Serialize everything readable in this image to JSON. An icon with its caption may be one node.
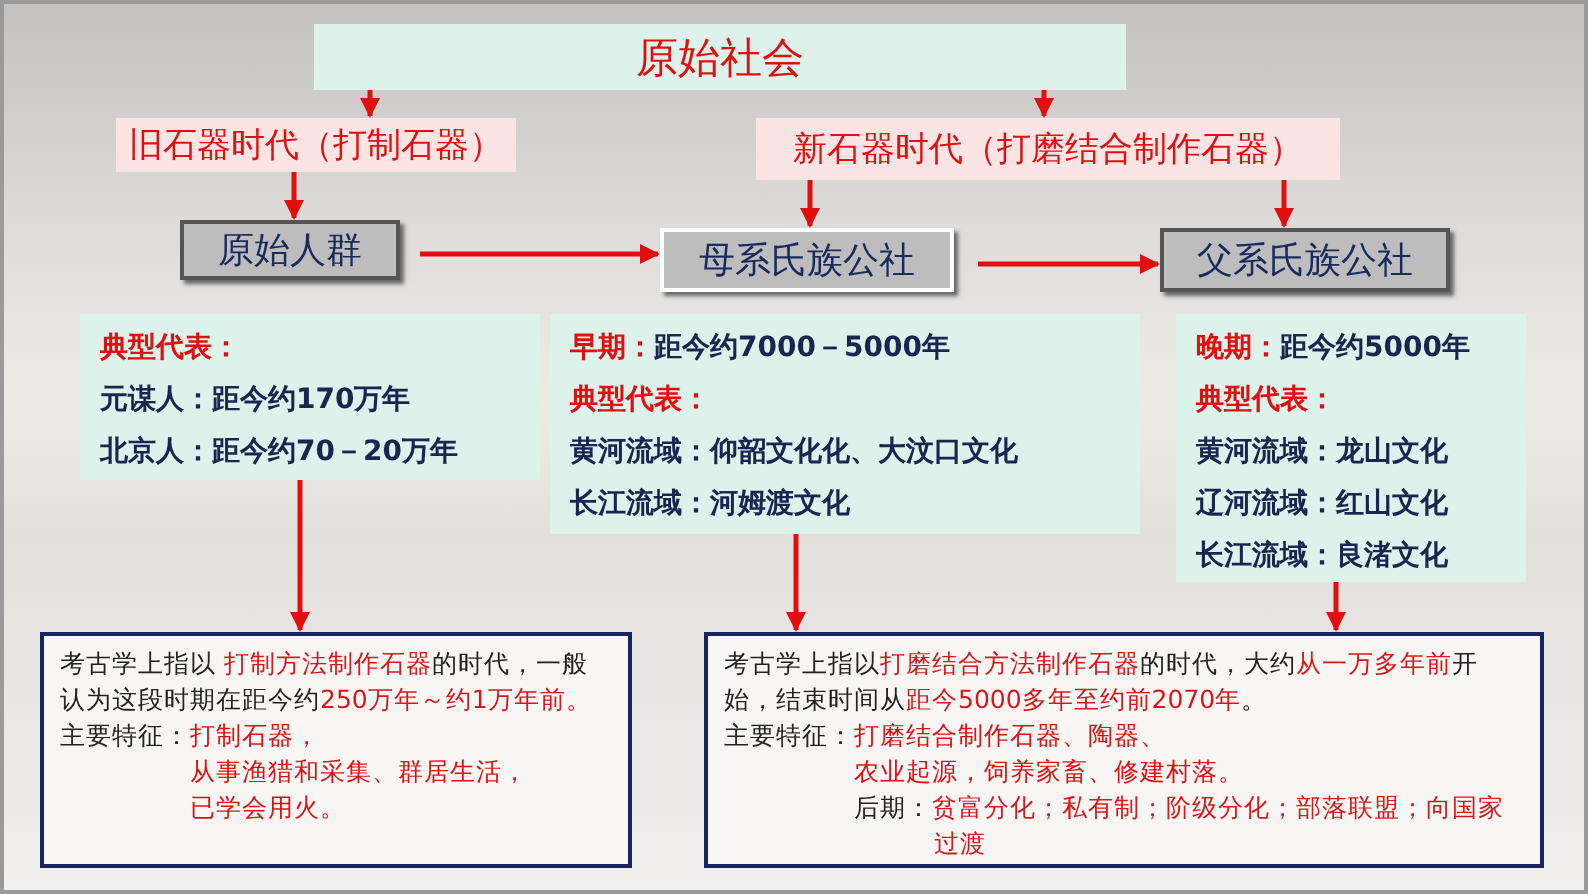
{
  "diagram": {
    "nodes": [
      {
        "text": [
          "原始社会"
        ]
      },
      {
        "text": [
          "旧石器时代（打制石器）"
        ]
      },
      {
        "text": [
          "新石器时代（打磨结合制作石器）"
        ]
      },
      {
        "text": [
          "原始人群"
        ]
      },
      {
        "text": [
          "母系氏族公社"
        ]
      },
      {
        "text": [
          "父系氏族公社"
        ]
      },
      {
        "text": [
          "典型代表：",
          "元谋人：距今约170万年",
          "北京人：距今约70－20万年"
        ]
      },
      {
        "text": [
          "**早期：**距今约7000－5000年",
          "典型代表：",
          "黄河流域：仰韶文化化、大汶口文化",
          "长江流域：河姆渡文化"
        ]
      },
      {
        "text": [
          "**晚期：**距今约5000年",
          "典型代表：",
          "黄河流域：龙山文化",
          "辽河流域：红山文化",
          "长江流域：良渚文化"
        ]
      },
      {
        "text": [
          "考古学上指以 **打制方法制作石器**的时代，一般认为这段时期在距今约**250万年～约1万年前。**",
          "主要特征：",
          "打制石器，",
          "从事渔猎和采集、群居生活，",
          "已学会用火。"
        ]
      },
      {
        "text": [
          "考古学上指以**打磨结合方法制作石器**的时代，大约**从一万多年前**开始，结束时间从**距今5000多年至约前2070年**。",
          "主要特征：",
          "打磨结合制作石器、陶器、",
          "农业起源，饲养家畜、修建村落。",
          "后期：**贫富分化；私有制；阶级分化；部落联盟；向国家过渡**"
        ]
      }
    ],
    "edges": [
      {
        "from": 0,
        "to": 1,
        "arrow": "to"
      },
      {
        "from": 0,
        "to": 2,
        "arrow": "to"
      },
      {
        "from": 1,
        "to": 3,
        "arrow": "to"
      },
      {
        "from": 2,
        "to": 4,
        "arrow": "to"
      },
      {
        "from": 2,
        "to": 5,
        "arrow": "to"
      },
      {
        "from": 3,
        "to": 4,
        "arrow": "to"
      },
      {
        "from": 4,
        "to": 5,
        "arrow": "to"
      },
      {
        "from": 6,
        "to": 9,
        "arrow": "to"
      },
      {
        "from": 7,
        "to": 10,
        "arrow": "to"
      },
      {
        "from": 8,
        "to": 10,
        "arrow": "to"
      }
    ]
  }
}
